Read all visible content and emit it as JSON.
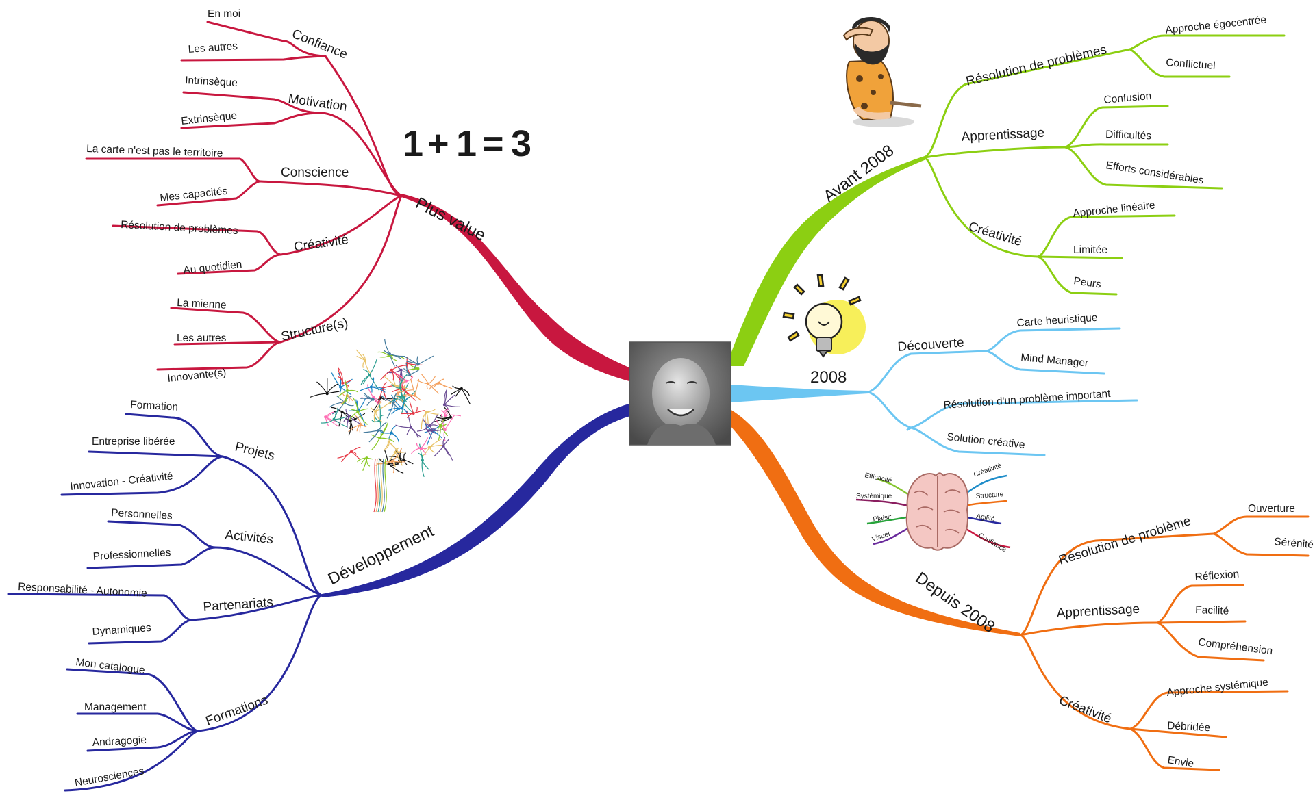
{
  "center": {
    "image": "portrait-photo"
  },
  "equation": {
    "a": "1",
    "plus": "+",
    "b": "1",
    "eq": "=",
    "c": "3",
    "colors": {
      "a": "#ff00cc",
      "plus": "#00a0e0",
      "b": "#ff9900",
      "eq": "#aaaaaa",
      "c": "#22cc22"
    }
  },
  "branches": {
    "plus_value": {
      "label": "Plus value",
      "color": "#c8173f",
      "subs": [
        {
          "label": "Confiance",
          "leaves": [
            "En moi",
            "Les autres"
          ]
        },
        {
          "label": "Motivation",
          "leaves": [
            "Intrinsèque",
            "Extrinsèque"
          ]
        },
        {
          "label": "Conscience",
          "leaves": [
            "La carte n'est pas le territoire",
            "Mes capacités"
          ]
        },
        {
          "label": "Créativité",
          "leaves": [
            "Résolution de problèmes",
            "Au quotidien"
          ]
        },
        {
          "label": "Structure(s)",
          "leaves": [
            "La mienne",
            "Les autres",
            "Innovante(s)"
          ]
        }
      ]
    },
    "developpement": {
      "label": "Développement",
      "color": "#27289e",
      "subs": [
        {
          "label": "Projets",
          "leaves": [
            "Formation",
            "Entreprise libérée",
            "Innovation - Créativité"
          ]
        },
        {
          "label": "Activités",
          "leaves": [
            "Personnelles",
            "Professionnelles"
          ]
        },
        {
          "label": "Partenariats",
          "leaves": [
            "Responsabilité - Autonomie",
            "Dynamiques"
          ]
        },
        {
          "label": "Formations",
          "leaves": [
            "Mon catalogue",
            "Management",
            "Andragogie",
            "Neurosciences"
          ]
        }
      ]
    },
    "avant_2008": {
      "label": "Avant 2008",
      "color": "#8ccf12",
      "subs": [
        {
          "label": "Résolution de problèmes",
          "leaves": [
            "Approche égocentrée",
            "Conflictuel"
          ]
        },
        {
          "label": "Apprentissage",
          "leaves": [
            "Confusion",
            "Difficultés",
            "Efforts considérables"
          ]
        },
        {
          "label": "Créativité",
          "leaves": [
            "Approche linéaire",
            "Limitée",
            "Peurs"
          ]
        }
      ]
    },
    "y2008": {
      "label": "2008",
      "color": "#6cc6f2",
      "subs": [
        {
          "label": "Découverte",
          "leaves": [
            "Carte heuristique",
            "Mind Manager"
          ]
        },
        {
          "label": "",
          "leaves": [
            "Résolution d'un problème important",
            "Solution créative"
          ]
        }
      ]
    },
    "depuis_2008": {
      "label": "Depuis 2008",
      "color": "#f06e12",
      "subs": [
        {
          "label": "Résolution de problème",
          "leaves": [
            "Ouverture",
            "Sérénité"
          ]
        },
        {
          "label": "Apprentissage",
          "leaves": [
            "Réflexion",
            "Facilité",
            "Compréhension"
          ]
        },
        {
          "label": "Créativité",
          "leaves": [
            "Approche systémique",
            "Débridée",
            "Envie"
          ]
        }
      ]
    }
  },
  "brain_labels": {
    "left": [
      "Efficacité",
      "Systémique",
      "Plaisir",
      "Visuel"
    ],
    "right": [
      "Créativité",
      "Structure",
      "Agilité",
      "Confiance"
    ]
  },
  "images": {
    "caveman": "caveman-icon",
    "bulb": "lightbulb-icon",
    "neurons": "neuron-network-icon",
    "brain": "brain-icon"
  }
}
